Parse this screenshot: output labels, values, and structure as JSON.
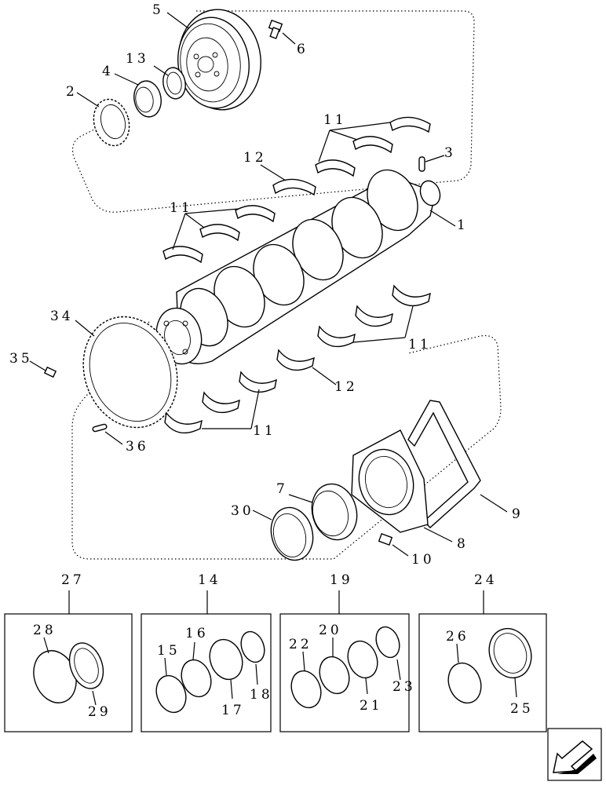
{
  "callouts": {
    "c1": "1",
    "c2": "2",
    "c3": "3",
    "c4": "4",
    "c5": "5",
    "c6": "6",
    "c7": "7",
    "c8": "8",
    "c9": "9",
    "c10": "10",
    "c11a": "11",
    "c11b": "11",
    "c11c": "11",
    "c11d": "11",
    "c12a": "12",
    "c12b": "12",
    "c13": "13",
    "c14": "14",
    "c15": "15",
    "c16": "16",
    "c17": "17",
    "c18": "18",
    "c19": "19",
    "c20": "20",
    "c21": "21",
    "c22": "22",
    "c23": "23",
    "c24": "24",
    "c25": "25",
    "c26": "26",
    "c27": "27",
    "c28": "28",
    "c29": "29",
    "c30": "30",
    "c34": "34",
    "c35": "35",
    "c36": "36"
  },
  "icons": {
    "nav": "previous-page-arrow-icon"
  }
}
